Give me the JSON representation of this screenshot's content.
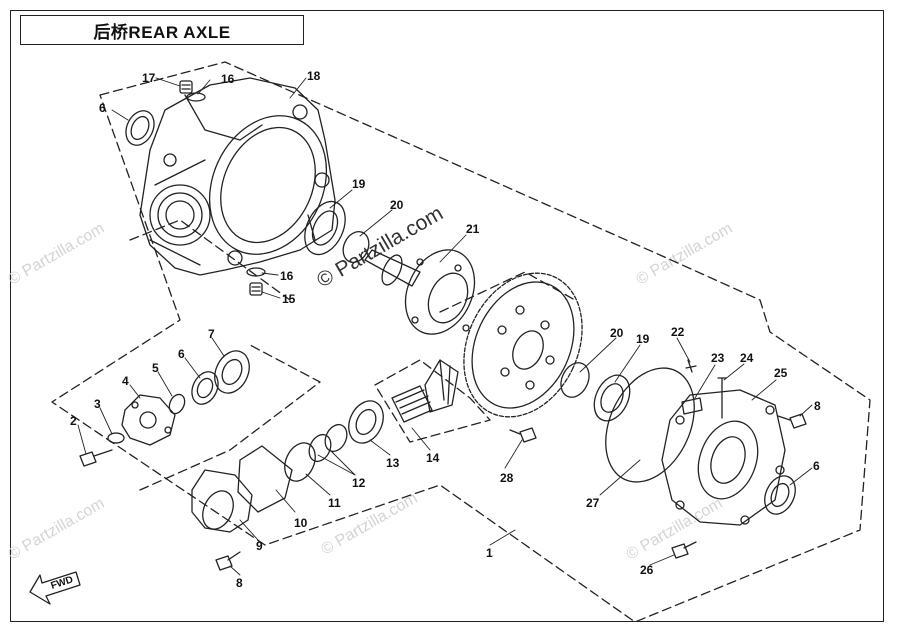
{
  "title": "后桥REAR AXLE",
  "watermark": "© Partzilla.com",
  "fwd_label": "FWD",
  "callouts": [
    {
      "id": "c1",
      "text": "1"
    },
    {
      "id": "c2",
      "text": "2"
    },
    {
      "id": "c3",
      "text": "3"
    },
    {
      "id": "c4",
      "text": "4"
    },
    {
      "id": "c5",
      "text": "5"
    },
    {
      "id": "c6a",
      "text": "6"
    },
    {
      "id": "c6b",
      "text": "6"
    },
    {
      "id": "c6c",
      "text": "6"
    },
    {
      "id": "c7",
      "text": "7"
    },
    {
      "id": "c8a",
      "text": "8"
    },
    {
      "id": "c8b",
      "text": "8"
    },
    {
      "id": "c9",
      "text": "9"
    },
    {
      "id": "c10",
      "text": "10"
    },
    {
      "id": "c11",
      "text": "11"
    },
    {
      "id": "c12",
      "text": "12"
    },
    {
      "id": "c13",
      "text": "13"
    },
    {
      "id": "c14",
      "text": "14"
    },
    {
      "id": "c15",
      "text": "15"
    },
    {
      "id": "c16a",
      "text": "16"
    },
    {
      "id": "c16b",
      "text": "16"
    },
    {
      "id": "c17",
      "text": "17"
    },
    {
      "id": "c18",
      "text": "18"
    },
    {
      "id": "c19a",
      "text": "19"
    },
    {
      "id": "c19b",
      "text": "19"
    },
    {
      "id": "c20a",
      "text": "20"
    },
    {
      "id": "c20b",
      "text": "20"
    },
    {
      "id": "c21",
      "text": "21"
    },
    {
      "id": "c22",
      "text": "22"
    },
    {
      "id": "c23",
      "text": "23"
    },
    {
      "id": "c24",
      "text": "24"
    },
    {
      "id": "c25",
      "text": "25"
    },
    {
      "id": "c26",
      "text": "26"
    },
    {
      "id": "c27",
      "text": "27"
    },
    {
      "id": "c28",
      "text": "28"
    }
  ]
}
